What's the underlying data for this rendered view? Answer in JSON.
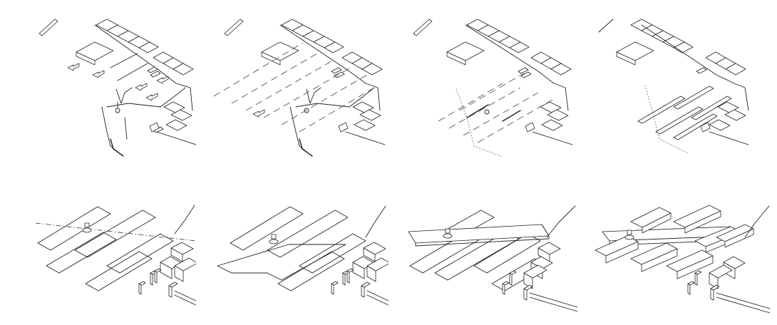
{
  "figure": {
    "panels": [
      {
        "id": "step-1",
        "scene": "port-overview",
        "overlay": "flow-arrows"
      },
      {
        "id": "step-2",
        "scene": "port-overview",
        "overlay": "dashed-axes"
      },
      {
        "id": "step-3",
        "scene": "port-overview",
        "overlay": "dashed-axes-with-dotted-shore"
      },
      {
        "id": "step-4",
        "scene": "port-overview",
        "overlay": "pier-strips"
      },
      {
        "id": "step-5",
        "scene": "close-up",
        "overlay": "pier-outlines-with-axis"
      },
      {
        "id": "step-6",
        "scene": "close-up",
        "overlay": "connected-pier-outlines"
      },
      {
        "id": "step-7",
        "scene": "close-up",
        "overlay": "linear-spine-bar"
      },
      {
        "id": "step-8",
        "scene": "close-up",
        "overlay": "extruded-volumes"
      }
    ]
  }
}
